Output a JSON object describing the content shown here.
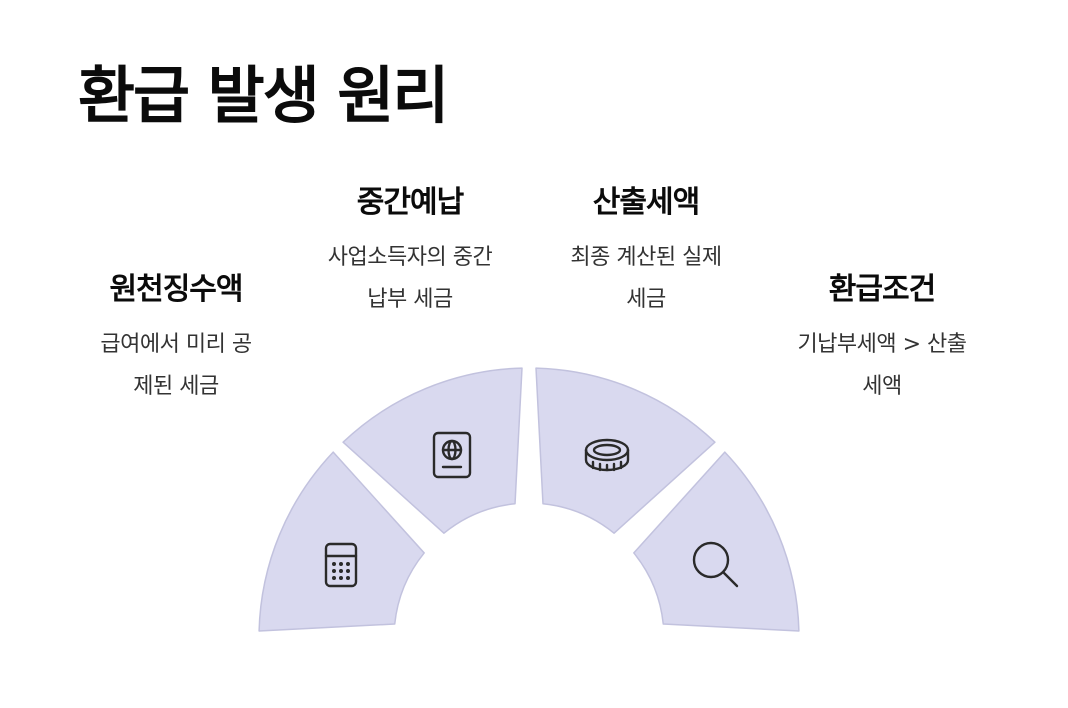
{
  "title": "환급 발생 원리",
  "items": [
    {
      "heading": "원천징수액",
      "description": "급여에서 미리 공\n제된 세금",
      "icon": "calculator-icon"
    },
    {
      "heading": "중간예납",
      "description": "사업소득자의 중간\n납부 세금",
      "icon": "passport-icon"
    },
    {
      "heading": "산출세액",
      "description": "최종 계산된 실제\n세금",
      "icon": "coin-icon"
    },
    {
      "heading": "환급조건",
      "description": "기납부세액 > 산출\n세액",
      "icon": "search-icon"
    }
  ],
  "colors": {
    "segment_fill": "#d9d9ef",
    "segment_stroke": "#c2c2de",
    "icon_stroke": "#2a2a2a"
  }
}
